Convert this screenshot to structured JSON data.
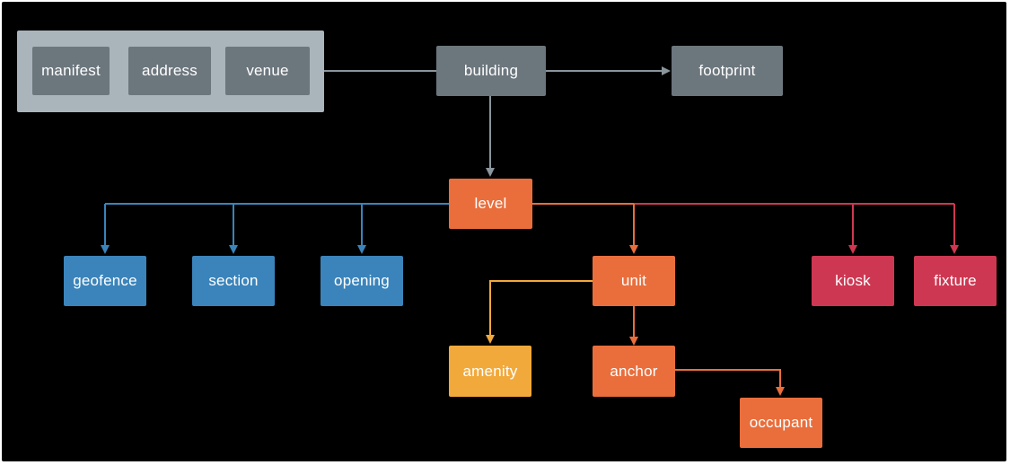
{
  "diagram": {
    "group": [
      "manifest",
      "address",
      "venue"
    ],
    "nodes": {
      "building": "building",
      "footprint": "footprint",
      "level": "level",
      "geofence": "geofence",
      "section": "section",
      "opening": "opening",
      "unit": "unit",
      "kiosk": "kiosk",
      "fixture": "fixture",
      "amenity": "amenity",
      "anchor": "anchor",
      "occupant": "occupant"
    },
    "colors": {
      "background": "#000000",
      "group_box": "#aab4bb",
      "grey": "#6c767d",
      "blue": "#3a84bb",
      "orange": "#e96e3c",
      "amber": "#f2a93b",
      "red": "#ce3752"
    }
  }
}
